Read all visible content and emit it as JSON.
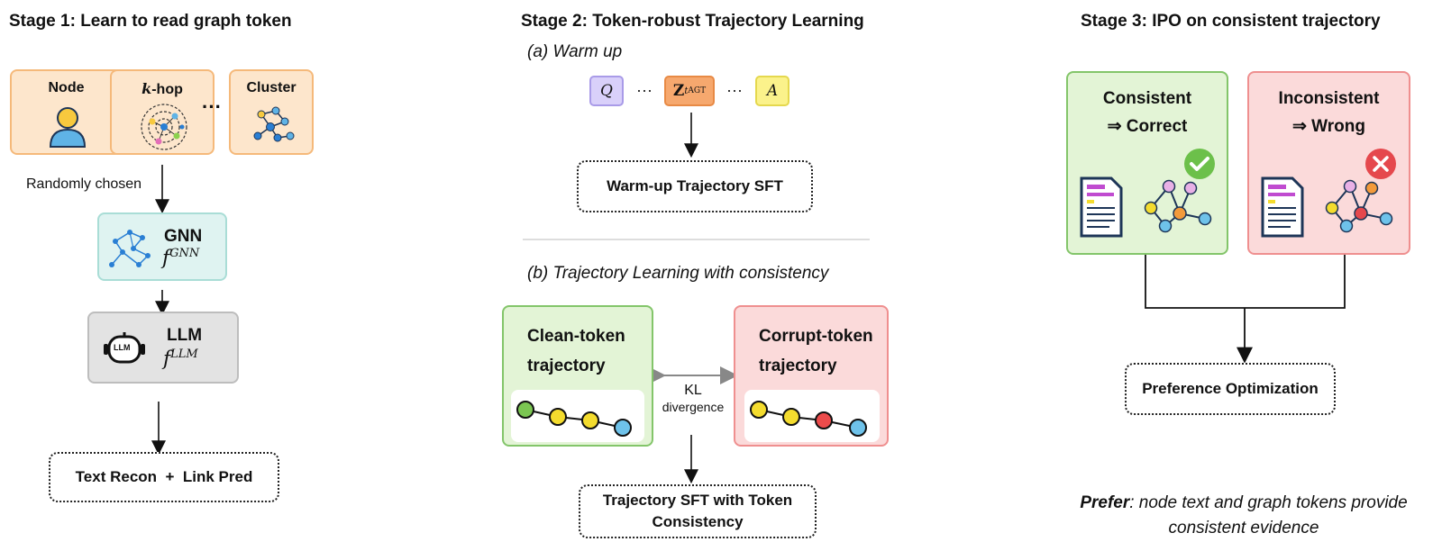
{
  "stage1": {
    "title": "Stage 1: Learn to read graph token",
    "node_label": "Node",
    "khop_k": "k",
    "khop_rest": "-hop",
    "ellipsis": "···",
    "cluster_label": "Cluster",
    "randomly_chosen": "Randomly chosen",
    "gnn_label": "GNN",
    "gnn_sym": "f",
    "gnn_sup": "GNN",
    "llm_label": "LLM",
    "llm_icon_text": "LLM",
    "llm_sym": "f",
    "llm_sup": "LLM",
    "objective": "Text Recon  +  Link Pred"
  },
  "stage2": {
    "title": "Stage 2: Token-robust Trajectory Learning",
    "warmup_heading": "(a) Warm up",
    "token_q": "Q",
    "dots1": "···",
    "token_z": "Z",
    "token_z_sub": "t",
    "token_z_sup": "AGT",
    "dots2": "···",
    "token_a": "A",
    "warmup_box": "Warm-up Trajectory SFT",
    "traj_heading": "(b) Trajectory Learning with consistency",
    "clean_title_1": "Clean-token",
    "clean_title_2": "trajectory",
    "corrupt_title_1": "Corrupt-token",
    "corrupt_title_2": "trajectory",
    "kl_1": "KL",
    "kl_2": "divergence",
    "traj_box_1": "Trajectory SFT with Token",
    "traj_box_2": "Consistency"
  },
  "stage3": {
    "title": "Stage 3: IPO on consistent trajectory",
    "consistent_1": "Consistent",
    "consistent_2": "⇒ Correct",
    "inconsistent_1": "Inconsistent",
    "inconsistent_2": "⇒ Wrong",
    "pref_box": "Preference Optimization",
    "prefer_word": "Prefer",
    "prefer_rest_1": ": node text and graph tokens provide",
    "prefer_rest_2": "consistent evidence"
  },
  "colors": {
    "orange_fill": "#fde6cc",
    "teal_fill": "#dff3f1",
    "green_fill": "#e3f4d6",
    "red_fill": "#fbdada",
    "check_green": "#6cc04a",
    "cross_red": "#e5484d"
  }
}
